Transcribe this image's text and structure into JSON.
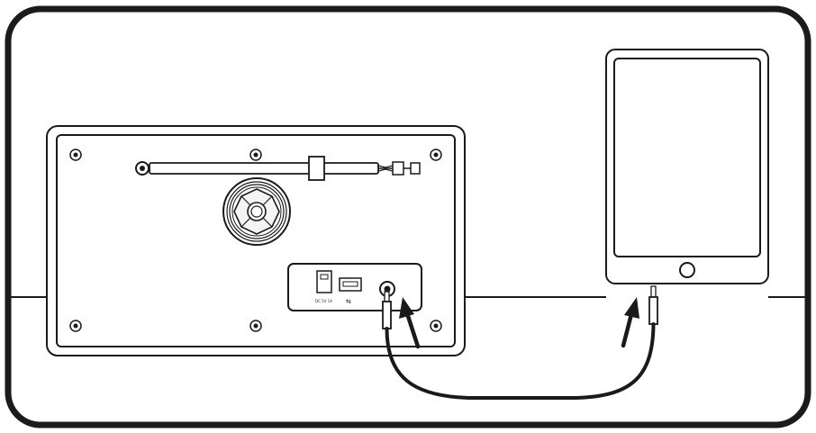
{
  "diagram": {
    "kind": "line-art-instruction",
    "description_items": [
      "radio-back-panel",
      "telescopic-antenna",
      "speaker-grille",
      "rear-port-panel",
      "aux-in-jack",
      "tablet",
      "audio-cable",
      "arrow-to-radio-jack",
      "arrow-to-tablet-jack"
    ],
    "colors": {
      "line": "#1a1a1a",
      "frame": "#1b1b1b",
      "background": "#ffffff",
      "fill_light": "#f4f4f4"
    },
    "ports": {
      "dc_label": "DC 5V 1A",
      "usb_symbol": "⇆"
    }
  }
}
